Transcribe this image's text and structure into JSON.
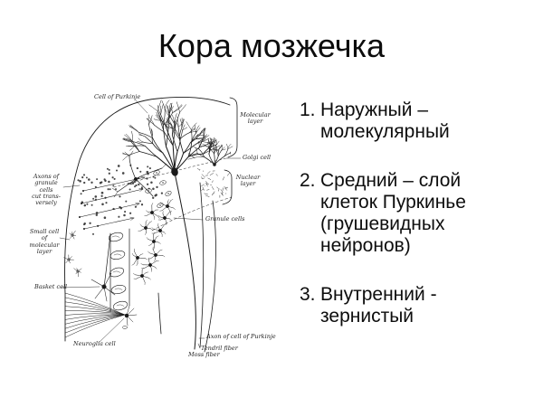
{
  "slide": {
    "title": "Кора мозжечка"
  },
  "list": {
    "items": [
      {
        "num": "1.",
        "text": "Наружный – молекулярный"
      },
      {
        "num": "2.",
        "text": "Средний – слой клеток Пуркинье (грушевидных нейронов)"
      },
      {
        "num": "3.",
        "text": "Внутренний - зернистый"
      }
    ]
  },
  "diagram": {
    "labels": {
      "cell_of_purkinje": "Cell of Purkinje",
      "molecular_layer": "Molecular\nlayer",
      "golgi_cell": "Golgi cell",
      "nuclear_layer": "Nuclear\nlayer",
      "granule_cells": "Granule cells",
      "axons_of_granule_cells": "Axons of\ngranule cells\ncut trans-\nversely",
      "small_cell": "Small cell\nof molecular\nlayer",
      "basket_cell": "Basket cell",
      "neuroglia_cell": "Neuroglia cell",
      "axon_of_purkinje": "Axon of cell of Purkinje",
      "tendril_fiber": "Tendril fiber",
      "moss_fiber": "Moss fiber"
    }
  },
  "colors": {
    "ink": "#1b1b1b",
    "background": "#ffffff",
    "text": "#0d0d0d"
  }
}
